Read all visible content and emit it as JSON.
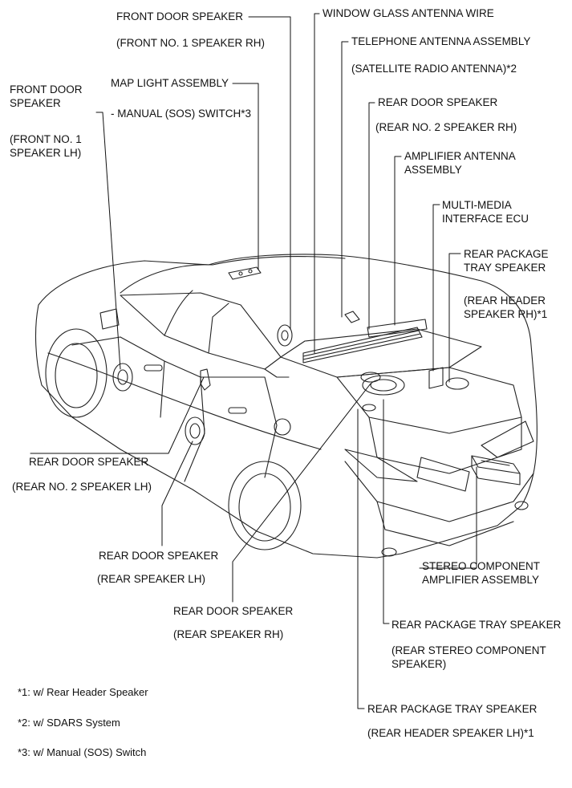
{
  "labels": {
    "front_door_speaker_rh": {
      "name": "FRONT DOOR SPEAKER",
      "sub": "(FRONT NO. 1 SPEAKER RH)"
    },
    "window_glass_antenna": {
      "name": "WINDOW GLASS ANTENNA WIRE"
    },
    "telephone_antenna": {
      "name": "TELEPHONE ANTENNA ASSEMBLY",
      "sub": "(SATELLITE RADIO ANTENNA)*2"
    },
    "front_door_speaker_lh": {
      "name": "FRONT DOOR\nSPEAKER",
      "sub": "(FRONT NO. 1\nSPEAKER LH)"
    },
    "map_light": {
      "name": "MAP LIGHT ASSEMBLY",
      "sub": "- MANUAL (SOS) SWITCH*3"
    },
    "rear_door_speaker_no2_rh": {
      "name": "REAR DOOR SPEAKER",
      "sub": "(REAR NO. 2 SPEAKER RH)"
    },
    "amplifier_antenna": {
      "name": "AMPLIFIER ANTENNA\nASSEMBLY"
    },
    "multimedia_ecu": {
      "name": "MULTI-MEDIA\nINTERFACE ECU"
    },
    "rear_package_tray_header_rh": {
      "name": "REAR PACKAGE\nTRAY SPEAKER",
      "sub": "(REAR HEADER\nSPEAKER RH)*1"
    },
    "rear_door_speaker_no2_lh": {
      "name": "REAR DOOR SPEAKER",
      "sub": "(REAR NO. 2 SPEAKER LH)"
    },
    "rear_door_speaker_lh": {
      "name": "REAR DOOR SPEAKER",
      "sub": "(REAR SPEAKER LH)"
    },
    "stereo_amp": {
      "name": "STEREO COMPONENT\nAMPLIFIER ASSEMBLY"
    },
    "rear_door_speaker_rh": {
      "name": "REAR DOOR SPEAKER",
      "sub": "(REAR SPEAKER RH)"
    },
    "rear_package_tray_stereo": {
      "name": "REAR PACKAGE TRAY SPEAKER",
      "sub": "(REAR STEREO COMPONENT\nSPEAKER)"
    },
    "rear_package_tray_header_lh": {
      "name": "REAR PACKAGE TRAY SPEAKER",
      "sub": "(REAR HEADER SPEAKER LH)*1"
    }
  },
  "notes": [
    "*1: w/ Rear Header Speaker",
    "*2: w/ SDARS System",
    "*3: w/ Manual (SOS) Switch"
  ]
}
